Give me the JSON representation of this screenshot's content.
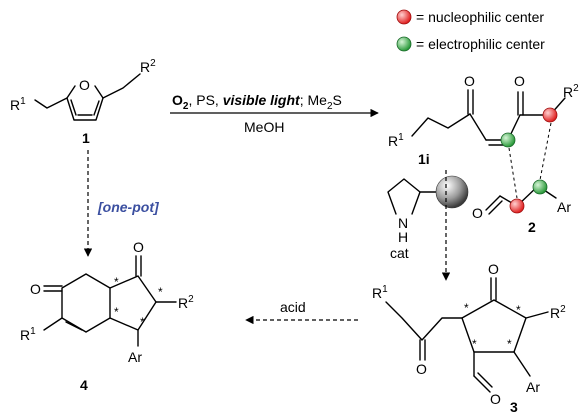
{
  "legend": {
    "nucleophilic_label": "= nucleophilic center",
    "electrophilic_label": "= electrophilic center",
    "nucleophilic_color": "#e83a3a",
    "electrophilic_color": "#3aa84a"
  },
  "compounds": {
    "c1": "1",
    "c1i": "1i",
    "c2": "2",
    "c3": "3",
    "c4": "4",
    "cat": "cat"
  },
  "atoms": {
    "R": "R",
    "one": "1",
    "two": "2",
    "O": "O",
    "Ar": "Ar",
    "N": "N",
    "H": "H",
    "star": "*"
  },
  "reaction_top": {
    "o2": "O",
    "o2_sub": "2",
    "ps": ", PS, ",
    "visible_light": "visible light",
    "me2s_pre": "; Me",
    "me2s_sub": "2",
    "me2s_post": "S",
    "solvent": "MeOH"
  },
  "reaction_onepot": "[one-pot]",
  "reaction_acid": "acid",
  "colors": {
    "onepot": "#3b4fa0",
    "sphere": "#777777"
  }
}
